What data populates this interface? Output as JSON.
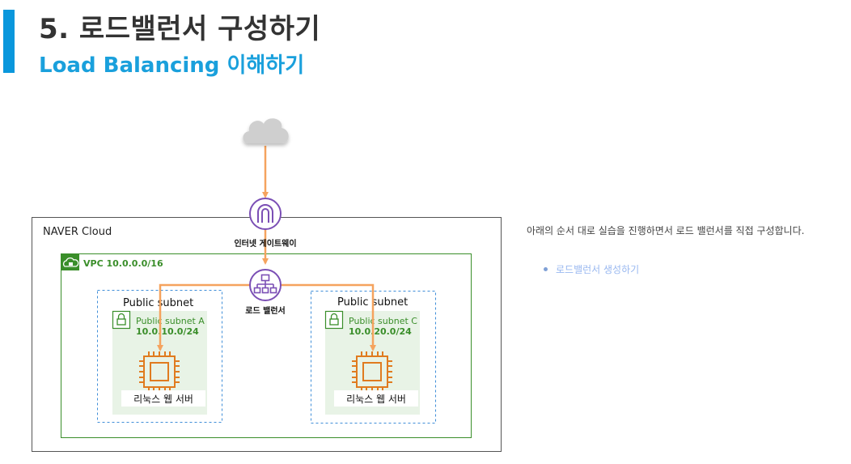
{
  "header": {
    "title": "5. 로드밸런서 구성하기",
    "subtitle": "Load Balancing 이해하기"
  },
  "diagram": {
    "cloud_label": "NAVER Cloud",
    "internet_gateway_label": "인터넷 게이트웨이",
    "vpc_label": "VPC 10.0.0.0/16",
    "load_balancer_label": "로드 밸런서",
    "subnets": [
      {
        "heading": "Public subnet",
        "name": "Public subnet A",
        "cidr": "10.0.10.0/24",
        "server_label": "리눅스 웹 서버"
      },
      {
        "heading": "Public subnet",
        "name": "Public subnet C",
        "cidr": "10.0.20.0/24",
        "server_label": "리눅스 웹 서버"
      }
    ],
    "colors": {
      "arrow": "#f5a35e",
      "vpc_green": "#3a8e2a",
      "subnet_fill": "#e8f3e6",
      "subnet_dash": "#3f8ed8",
      "gateway_purple": "#7b4fb5",
      "ec2_orange": "#e07b1f"
    }
  },
  "side": {
    "description": "아래의 순서 대로 실습을 진행하면서 로드 밸런서를 직접 구성합니다.",
    "links": [
      "로드밸런서 생성하기"
    ]
  }
}
